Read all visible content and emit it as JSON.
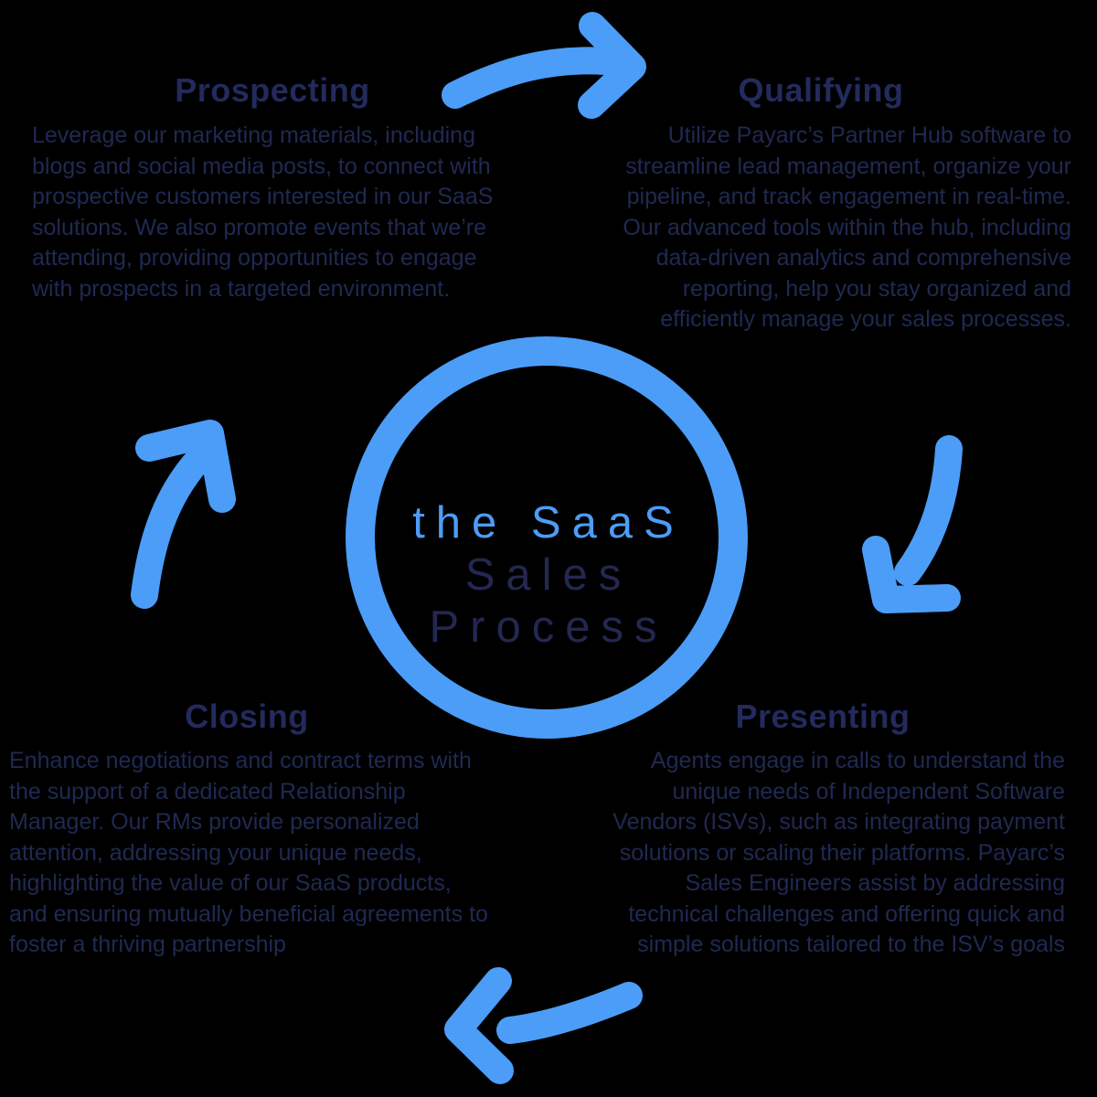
{
  "colors": {
    "background": "#000000",
    "accent_blue": "#4B9DF7",
    "heading_navy": "#232a5c",
    "body_navy": "#202951",
    "center_navy": "#232850"
  },
  "center": {
    "line1": "the SaaS",
    "line2": "Sales",
    "line3": "Process"
  },
  "stages": [
    {
      "id": "prospecting",
      "title": "Prospecting",
      "description": "Leverage our marketing materials, including blogs and social media posts, to connect with prospective customers interested in our SaaS solutions. We also promote events that we’re attending, providing opportunities to engage with prospects in a targeted environment."
    },
    {
      "id": "qualifying",
      "title": "Qualifying",
      "description": "Utilize Payarc’s Partner Hub software to streamline lead management, organize your pipeline, and track engagement in real-time. Our advanced tools within the hub, including data-driven analytics and comprehensive reporting, help you stay organized and efficiently manage your sales processes."
    },
    {
      "id": "presenting",
      "title": "Presenting",
      "description": "Agents engage in calls to understand the unique needs of Independent Software Vendors (ISVs), such as integrating payment solutions or scaling their platforms. Payarc’s Sales Engineers assist by addressing technical challenges and offering quick and simple solutions tailored to the ISV’s goals"
    },
    {
      "id": "closing",
      "title": "Closing",
      "description": "Enhance negotiations and contract terms with the support of a dedicated Relationship Manager. Our RMs provide personalized attention, addressing your unique needs, highlighting the value of our SaaS products, and ensuring mutually beneficial agreements to foster a thriving partnership"
    }
  ],
  "icons": {
    "top_arrow": "curved-arrow-right",
    "right_arrow": "curved-arrow-down",
    "bottom_arrow": "curved-arrow-left",
    "left_arrow": "curved-arrow-up"
  }
}
